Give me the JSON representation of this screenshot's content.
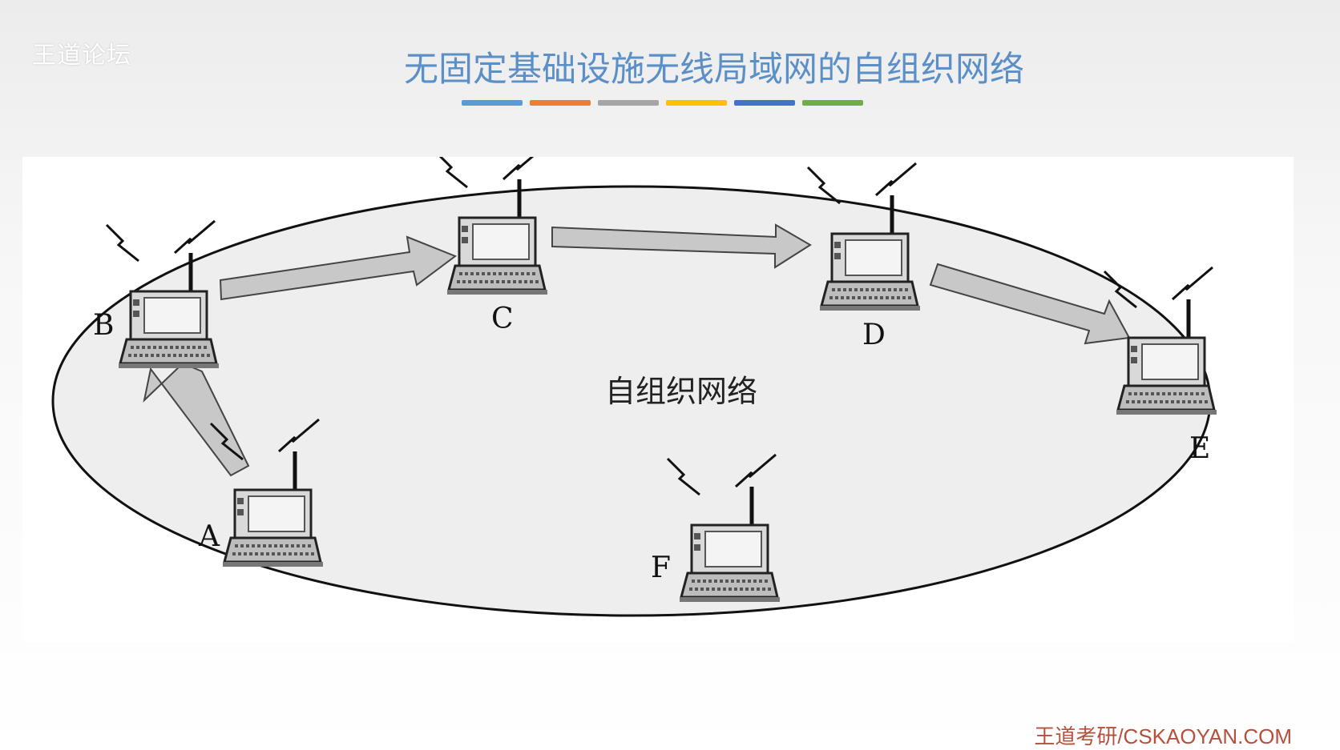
{
  "header": {
    "logo_text": "王道论坛",
    "title": "无固定基础设施无线局域网的自组织网络",
    "bar_colors": [
      "#5b9bd5",
      "#ed7d31",
      "#a5a5a5",
      "#ffc000",
      "#4472c4",
      "#70ad47"
    ]
  },
  "diagram": {
    "center_label": "自组织网络",
    "nodes": [
      {
        "id": "A",
        "label": "A"
      },
      {
        "id": "B",
        "label": "B"
      },
      {
        "id": "C",
        "label": "C"
      },
      {
        "id": "D",
        "label": "D"
      },
      {
        "id": "E",
        "label": "E"
      },
      {
        "id": "F",
        "label": "F"
      }
    ],
    "links": [
      {
        "from": "A",
        "to": "B"
      },
      {
        "from": "B",
        "to": "C"
      },
      {
        "from": "C",
        "to": "D"
      },
      {
        "from": "D",
        "to": "E"
      }
    ]
  },
  "footer": {
    "text": "王道考研/CSKAOYAN.COM"
  }
}
